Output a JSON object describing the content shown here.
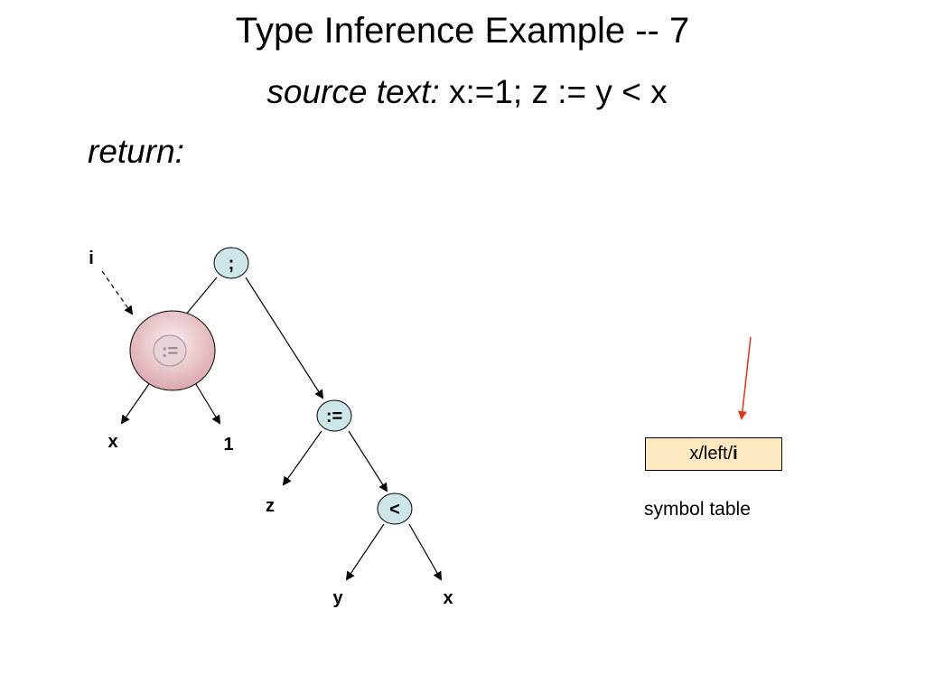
{
  "slide": {
    "title": "Type Inference Example -- 7",
    "source_label": "source text:",
    "source_code": " x:=1; z := y < x",
    "return_label": "return:"
  },
  "tree": {
    "root": ";",
    "left_assign": ":=",
    "left_assign_lhs": "x",
    "left_assign_rhs": "1",
    "right_assign": ":=",
    "right_assign_lhs": "z",
    "less_than": "<",
    "less_lhs": "y",
    "less_rhs": "x",
    "incoming_label": "i"
  },
  "symbol_table": {
    "entry_prefix": "x/left/",
    "entry_type": "i",
    "caption": "symbol table"
  },
  "colors": {
    "node_fill": "#cde6e9",
    "highlight_fill": "#e7c2c6",
    "symbol_table_fill": "#fde9bf",
    "red_arrow": "#d9391c"
  }
}
